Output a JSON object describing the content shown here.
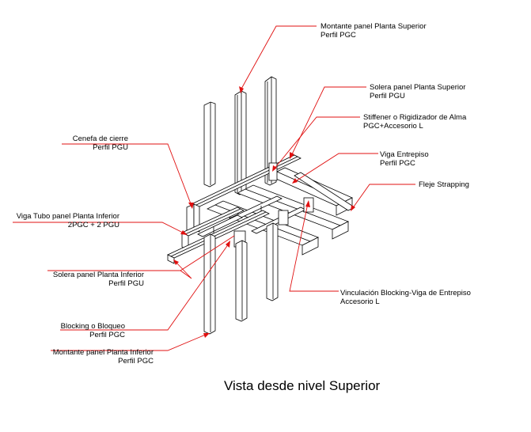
{
  "labels": {
    "montante_superior": {
      "line1": "Montante panel Planta Superior",
      "line2": "Perfil PGC"
    },
    "solera_superior": {
      "line1": "Solera panel Planta Superior",
      "line2": "Perfil PGU"
    },
    "stiffener": {
      "line1": "Stiffener o Rigidizador de Alma",
      "line2": "PGC+Accesorio L"
    },
    "cenefa": {
      "line1": "Cenefa de cierre",
      "line2": "Perfil PGU"
    },
    "viga_entrepiso": {
      "line1": "Viga Entrepiso",
      "line2": "Perfil PGC"
    },
    "fleje": {
      "line1": "Fleje Strapping"
    },
    "viga_tubo": {
      "line1": "Viga Tubo panel Planta Inferior",
      "line2": "2PGC + 2 PGU"
    },
    "solera_inferior": {
      "line1": "Solera panel Planta Inferior",
      "line2": "Perfil PGU"
    },
    "vinculacion": {
      "line1": "Vinculación Blocking-Viga de Entrepiso",
      "line2": "Accesorio L"
    },
    "blocking": {
      "line1": "Blocking o Bloqueo",
      "line2": "Perfil PGC"
    },
    "montante_inferior": {
      "line1": "Montante panel Planta Inferior",
      "line2": "Perfil PGC"
    }
  },
  "title": "Vista desde nivel Superior",
  "colors": {
    "leader": "#e01010",
    "steel": "#000000",
    "background": "#ffffff"
  }
}
